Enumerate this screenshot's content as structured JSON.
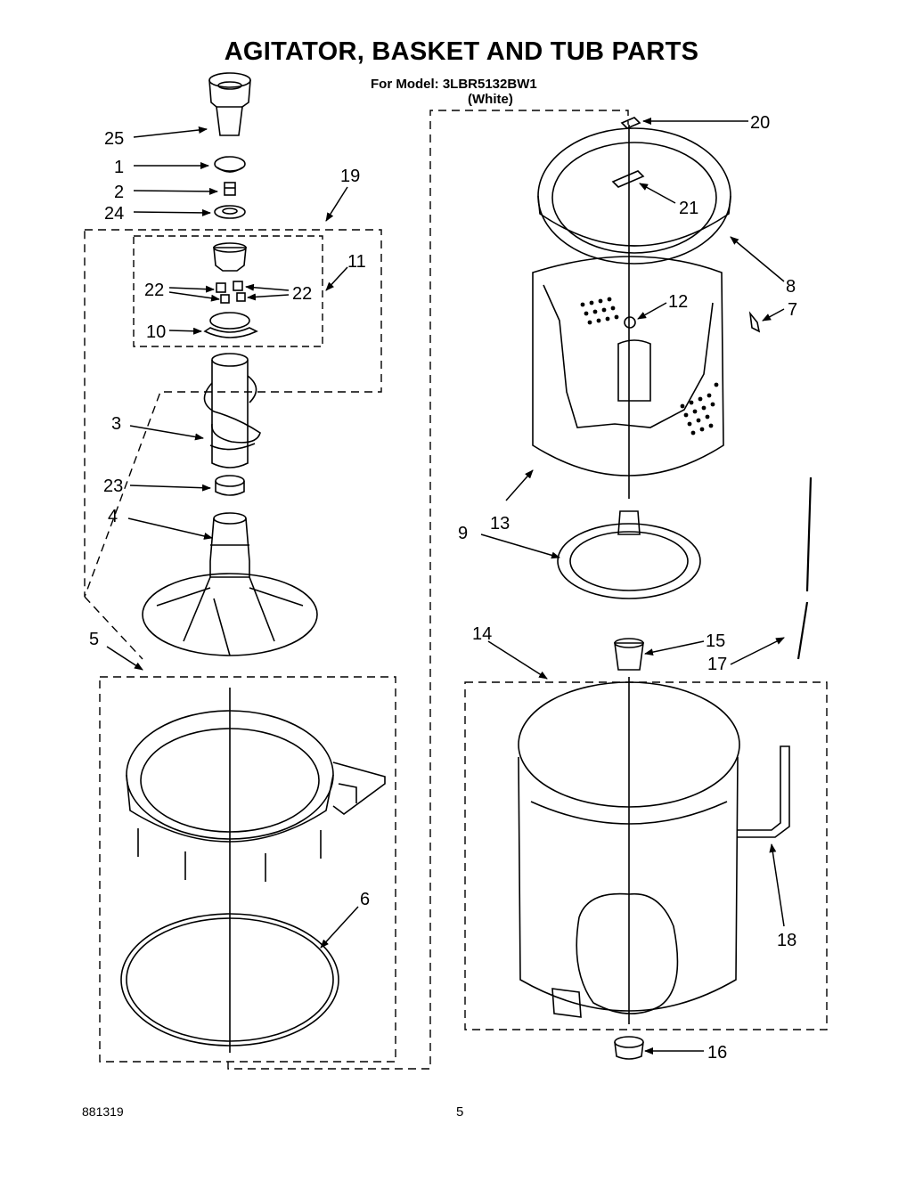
{
  "header": {
    "title": "AGITATOR, BASKET AND TUB PARTS",
    "model": "For Model: 3LBR5132BW1",
    "color": "(White)"
  },
  "footer": {
    "code": "881319",
    "page": "5"
  },
  "callouts": {
    "c1": "1",
    "c2": "2",
    "c3": "3",
    "c4": "4",
    "c5": "5",
    "c6": "6",
    "c7": "7",
    "c8": "8",
    "c9": "9",
    "c10": "10",
    "c11": "11",
    "c12": "12",
    "c13": "13",
    "c14": "14",
    "c15": "15",
    "c16": "16",
    "c17": "17",
    "c18": "18",
    "c19": "19",
    "c20": "20",
    "c21": "21",
    "c22a": "22",
    "c22b": "22",
    "c23": "23",
    "c24": "24",
    "c25": "25"
  }
}
